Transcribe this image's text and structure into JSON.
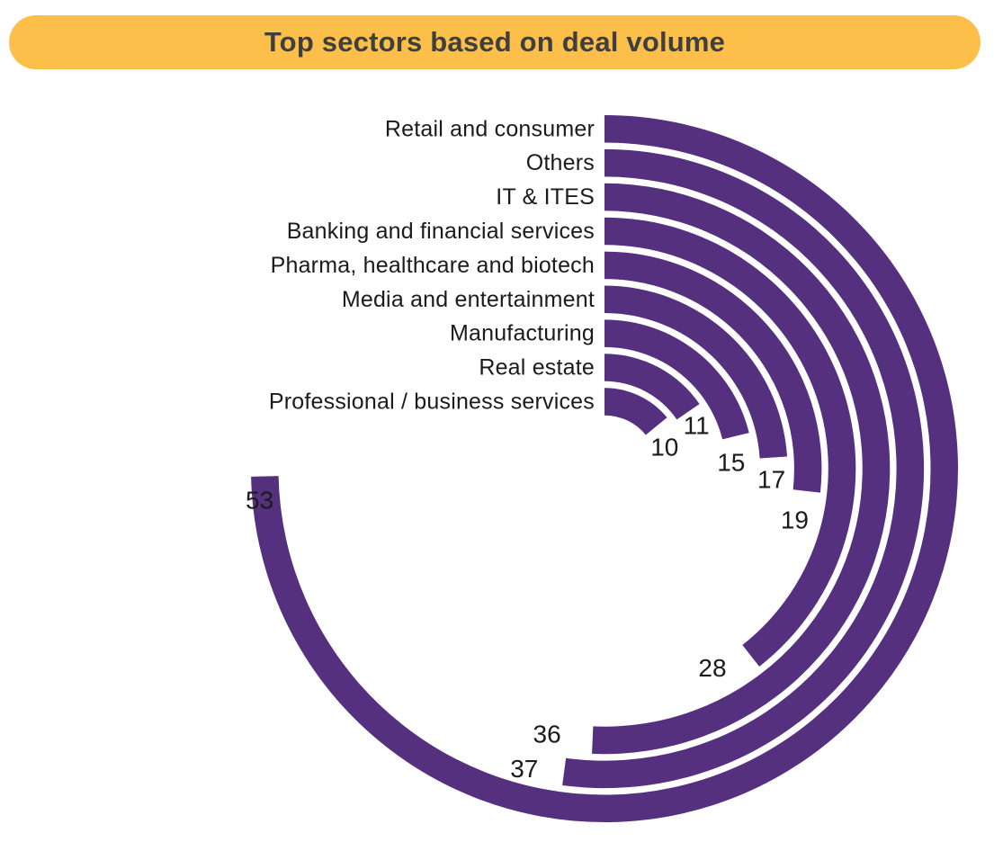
{
  "title": "Top sectors based on deal volume",
  "colors": {
    "bar": "#54307E",
    "banner": "#FCC04A",
    "title_text": "#3F3F3F",
    "label_text": "#1B1B1B",
    "background": "#FFFFFF"
  },
  "chart_data": {
    "type": "bar",
    "subtype": "radial-bar",
    "title": "Top sectors based on deal volume",
    "categories": [
      "Retail and consumer",
      "Others",
      "IT & ITES",
      "Banking and financial services",
      "Pharma, healthcare and biotech",
      "Media and entertainment",
      "Manufacturing",
      "Real estate",
      "Professional / business services"
    ],
    "values": [
      53,
      37,
      36,
      28,
      19,
      17,
      15,
      11,
      10
    ],
    "order": "outermost-ring-to-innermost-ring",
    "value_labels_shown": true,
    "start_angle_deg": 0,
    "direction": "clockwise",
    "degrees_per_unit": 5.07,
    "xlabel": "",
    "ylabel": "",
    "legend": "none",
    "grid": false
  }
}
